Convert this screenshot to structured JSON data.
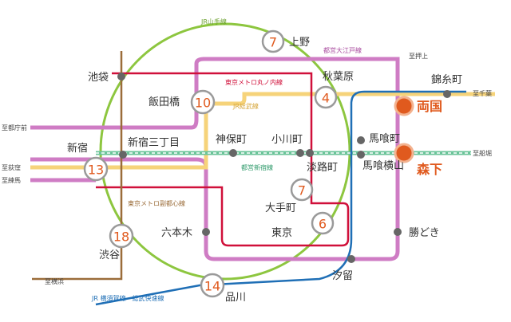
{
  "colors": {
    "yamanote": "#8dc63f",
    "oedo": "#cf7cc4",
    "marunouchi": "#d0103a",
    "sobu": "#f6d37a",
    "shinjuku": "#6cc49a",
    "fukutoshin": "#9b6d3a",
    "yokosuka": "#1f6fb6",
    "highlight": "#e05a1e"
  },
  "lines": {
    "yamanote": "JR山手線",
    "oedo": "都営大江戸線",
    "marunouchi": "東京メトロ丸ノ内線",
    "sobu": "JR総武線",
    "shinjuku": "都営新宿線",
    "fukutoshin": "東京メトロ副都心線",
    "yokosuka": "JR 横須賀線・総武快速線"
  },
  "stations": {
    "ueno": "上野",
    "ikebukuro": "池袋",
    "iidabashi": "飯田橋",
    "akihabara": "秋葉原",
    "kinshicho": "錦糸町",
    "ryogoku": "両国",
    "morishita": "森下",
    "shinjuku": "新宿",
    "shinjuku_sanchome": "新宿三丁目",
    "jimbocho": "神保町",
    "ogawamachi": "小川町",
    "awajicho": "淡路町",
    "bakurocho": "馬喰町",
    "bakuro_yokoyama": "馬喰横山",
    "otemachi": "大手町",
    "tokyo": "東京",
    "roppongi": "六本木",
    "kachidoki": "勝どき",
    "shibuya": "渋谷",
    "shiodome": "汐留",
    "shinagawa": "品川"
  },
  "minutes": {
    "ueno": "7",
    "iidabashi": "10",
    "akihabara": "4",
    "shinjuku": "13",
    "otemachi": "7",
    "tokyo": "6",
    "shibuya": "18",
    "shinagawa": "14"
  },
  "directions": {
    "oshiage": "至押上",
    "chiba": "至千葉",
    "tochomae": "至都庁前",
    "funabori": "至船堀",
    "ogikubo": "至荻窪",
    "nerima": "至練馬",
    "yokohama": "至横浜"
  }
}
